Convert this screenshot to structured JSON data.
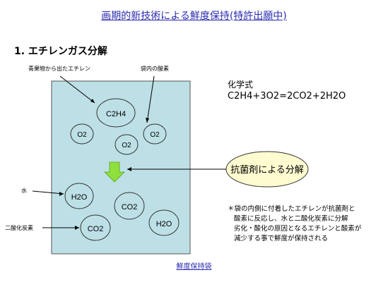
{
  "title": "画期的新技術による鮮度保持(特許出願中)",
  "section_heading": "1. エチレンガス分解",
  "labels": {
    "ethylene_from_produce": "青果物から出たエチレン",
    "oxygen_in_bag": "袋内の酸素",
    "water": "水",
    "carbon_dioxide": "二酸化炭素"
  },
  "formula_label": "化学式",
  "formula": {
    "lhs1": "C2H4",
    "plus": "+3O2",
    "eq": "=2CO2+2H2O"
  },
  "molecules": {
    "c2h4": "C2H4",
    "o2_a": "O2",
    "o2_b": "O2",
    "o2_c": "O2",
    "h2o_a": "H2O",
    "co2_a": "CO2",
    "co2_b": "CO2",
    "h2o_b": "H2O"
  },
  "callout": "抗菌剤による分解",
  "notes": [
    "＊袋の内側に付着したエチレンが抗菌剤と",
    "酸素に反応し、水と二酸化炭素に分解",
    "劣化・酸化の原因となるエチレンと酸素が",
    "減少する事で鮮度が保持される"
  ],
  "bag_caption": "鮮度保持袋",
  "colors": {
    "title": "#2b2bb0",
    "bag_fill": "#bde0e6",
    "arrow_green": "#8ee03c",
    "callout_fill": "#fffbd0"
  }
}
